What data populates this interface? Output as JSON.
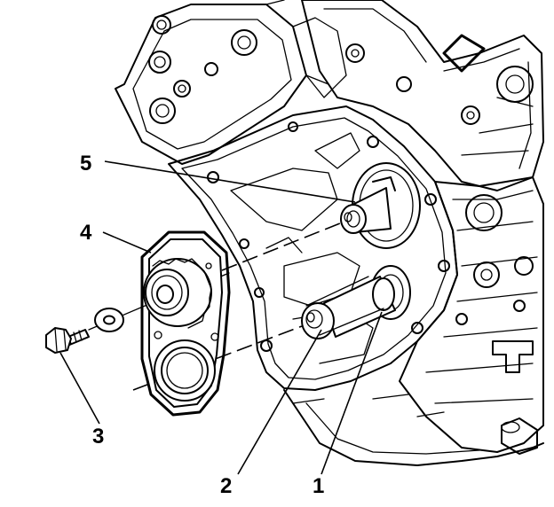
{
  "callouts": [
    {
      "id": "callout-1",
      "label": "1"
    },
    {
      "id": "callout-2",
      "label": "2"
    },
    {
      "id": "callout-3",
      "label": "3"
    },
    {
      "id": "callout-4",
      "label": "4"
    },
    {
      "id": "callout-5",
      "label": "5"
    }
  ],
  "colors": {
    "ink": "#000000",
    "paper": "#ffffff"
  }
}
